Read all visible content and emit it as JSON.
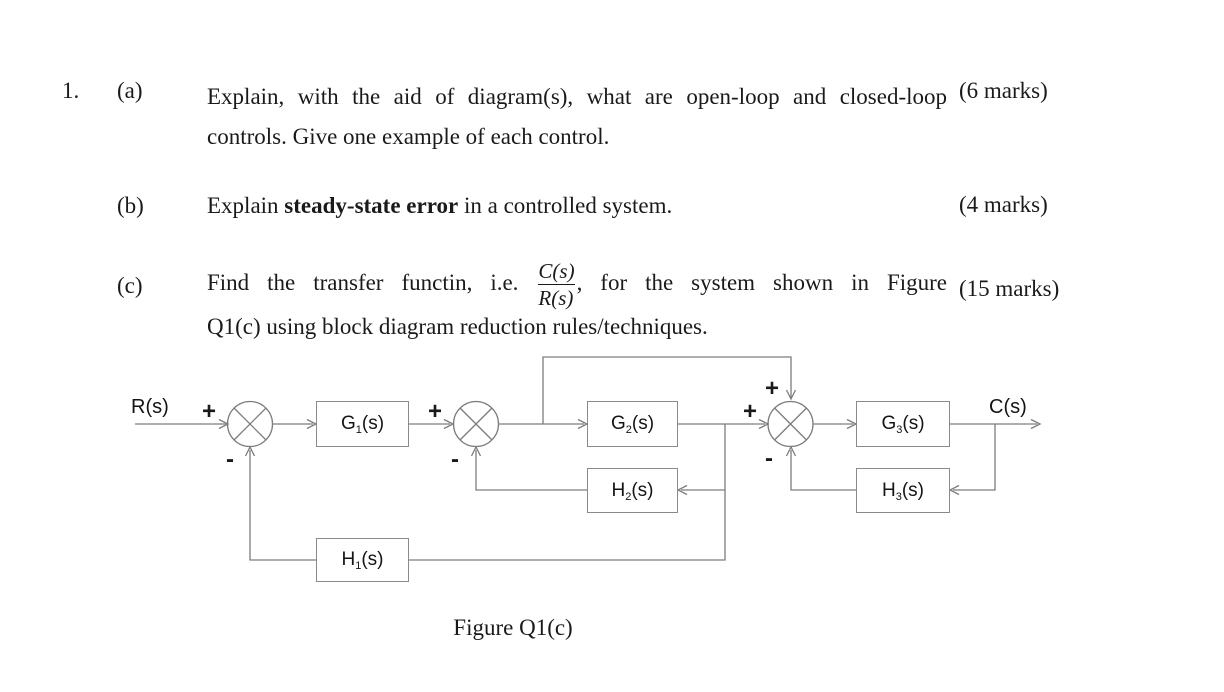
{
  "question": {
    "number": "1.",
    "parts": [
      {
        "label": "(a)",
        "line1": "Explain, with the aid of diagram(s), what are open-loop and closed-loop",
        "line2": "controls. Give one example of each control.",
        "marks": "(6 marks)"
      },
      {
        "label": "(b)",
        "before_bold": "Explain ",
        "bold": "steady-state error",
        "after_bold": " in a controlled system.",
        "marks": "(4 marks)"
      },
      {
        "label": "(c)",
        "seg1": "Find the transfer functin, i.e.",
        "fraction": {
          "numerator": "C(s)",
          "denominator": "R(s)"
        },
        "seg2": ", for the system shown in Figure",
        "line2": "Q1(c) using block diagram reduction rules/techniques.",
        "marks": "(15 marks)"
      }
    ]
  },
  "diagram": {
    "input_label": "R(s)",
    "output_label": "C(s)",
    "caption": "Figure Q1(c)",
    "blocks": {
      "g1": {
        "base": "G",
        "sub": "1",
        "arg": "(s)"
      },
      "g2": {
        "base": "G",
        "sub": "2",
        "arg": "(s)"
      },
      "g3": {
        "base": "G",
        "sub": "3",
        "arg": "(s)"
      },
      "h1": {
        "base": "H",
        "sub": "1",
        "arg": "(s)"
      },
      "h2": {
        "base": "H",
        "sub": "2",
        "arg": "(s)"
      },
      "h3": {
        "base": "H",
        "sub": "3",
        "arg": "(s)"
      }
    },
    "signs": {
      "plus": "+",
      "minus": "-"
    },
    "colors": {
      "line": "#7d7d7d",
      "block_border": "#8a8a8a",
      "text": "#1a1a1a"
    }
  }
}
